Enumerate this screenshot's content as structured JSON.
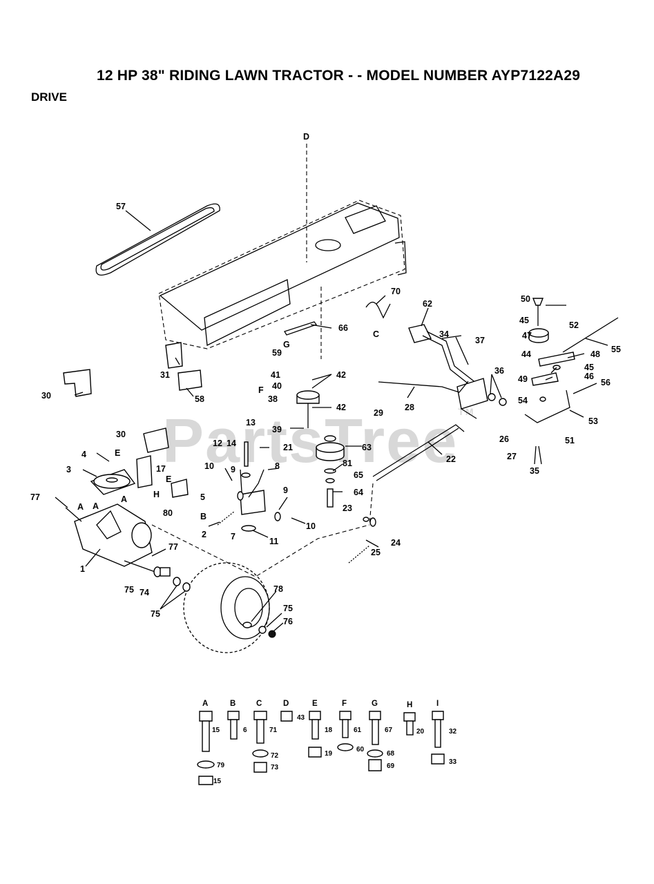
{
  "header": {
    "title": "12 HP 38\" RIDING LAWN TRACTOR - - MODEL NUMBER AYP7122A29",
    "section": "DRIVE"
  },
  "watermark": {
    "text": "PartsTree",
    "mark": "TM"
  },
  "callouts": [
    {
      "id": "c57",
      "text": "57"
    },
    {
      "id": "cD",
      "text": "D"
    },
    {
      "id": "c70",
      "text": "70"
    },
    {
      "id": "c62",
      "text": "62"
    },
    {
      "id": "c50",
      "text": "50"
    },
    {
      "id": "c45a",
      "text": "45"
    },
    {
      "id": "c52",
      "text": "52"
    },
    {
      "id": "c47",
      "text": "47"
    },
    {
      "id": "c55",
      "text": "55"
    },
    {
      "id": "c44",
      "text": "44"
    },
    {
      "id": "c48",
      "text": "48"
    },
    {
      "id": "c45b",
      "text": "45"
    },
    {
      "id": "c46",
      "text": "46"
    },
    {
      "id": "c56",
      "text": "56"
    },
    {
      "id": "c49",
      "text": "49"
    },
    {
      "id": "c54",
      "text": "54"
    },
    {
      "id": "c53",
      "text": "53"
    },
    {
      "id": "c51",
      "text": "51"
    },
    {
      "id": "c34",
      "text": "34"
    },
    {
      "id": "c37",
      "text": "37"
    },
    {
      "id": "c36",
      "text": "36"
    },
    {
      "id": "c66",
      "text": "66"
    },
    {
      "id": "cC",
      "text": "C"
    },
    {
      "id": "cG",
      "text": "G"
    },
    {
      "id": "c59",
      "text": "59"
    },
    {
      "id": "c41",
      "text": "41"
    },
    {
      "id": "c42a",
      "text": "42"
    },
    {
      "id": "c40",
      "text": "40"
    },
    {
      "id": "cF",
      "text": "F"
    },
    {
      "id": "c38",
      "text": "38"
    },
    {
      "id": "c42b",
      "text": "42"
    },
    {
      "id": "c29",
      "text": "29"
    },
    {
      "id": "c28",
      "text": "28"
    },
    {
      "id": "c31",
      "text": "31"
    },
    {
      "id": "c58",
      "text": "58"
    },
    {
      "id": "c30a",
      "text": "30"
    },
    {
      "id": "c39",
      "text": "39"
    },
    {
      "id": "c63",
      "text": "63"
    },
    {
      "id": "c26",
      "text": "26"
    },
    {
      "id": "c27",
      "text": "27"
    },
    {
      "id": "c35",
      "text": "35"
    },
    {
      "id": "c22",
      "text": "22"
    },
    {
      "id": "c13",
      "text": "13"
    },
    {
      "id": "c12",
      "text": "12"
    },
    {
      "id": "c14",
      "text": "14"
    },
    {
      "id": "c21",
      "text": "21"
    },
    {
      "id": "c30b",
      "text": "30"
    },
    {
      "id": "c81",
      "text": "81"
    },
    {
      "id": "c65",
      "text": "65"
    },
    {
      "id": "c64",
      "text": "64"
    },
    {
      "id": "c4",
      "text": "4"
    },
    {
      "id": "cE1",
      "text": "E"
    },
    {
      "id": "c17",
      "text": "17"
    },
    {
      "id": "c10a",
      "text": "10"
    },
    {
      "id": "c8",
      "text": "8"
    },
    {
      "id": "c3",
      "text": "3"
    },
    {
      "id": "c9a",
      "text": "9"
    },
    {
      "id": "cE2",
      "text": "E"
    },
    {
      "id": "cH",
      "text": "H"
    },
    {
      "id": "c5",
      "text": "5"
    },
    {
      "id": "c9b",
      "text": "9"
    },
    {
      "id": "c77a",
      "text": "77"
    },
    {
      "id": "cA1",
      "text": "A"
    },
    {
      "id": "cA2",
      "text": "A"
    },
    {
      "id": "cA3",
      "text": "A"
    },
    {
      "id": "c80",
      "text": "80"
    },
    {
      "id": "cB",
      "text": "B"
    },
    {
      "id": "c2",
      "text": "2"
    },
    {
      "id": "c7",
      "text": "7"
    },
    {
      "id": "c11",
      "text": "11"
    },
    {
      "id": "c10b",
      "text": "10"
    },
    {
      "id": "c23",
      "text": "23"
    },
    {
      "id": "c24",
      "text": "24"
    },
    {
      "id": "c25",
      "text": "25"
    },
    {
      "id": "c1",
      "text": "1"
    },
    {
      "id": "c77b",
      "text": "77"
    },
    {
      "id": "c75a",
      "text": "75"
    },
    {
      "id": "c74",
      "text": "74"
    },
    {
      "id": "c75b",
      "text": "75"
    },
    {
      "id": "c78",
      "text": "78"
    },
    {
      "id": "c75c",
      "text": "75"
    },
    {
      "id": "c76",
      "text": "76"
    }
  ],
  "hardware_legend": [
    {
      "letter": "A",
      "parts": [
        "15",
        "79",
        "15"
      ]
    },
    {
      "letter": "B",
      "parts": [
        "6"
      ]
    },
    {
      "letter": "C",
      "parts": [
        "71",
        "72",
        "73"
      ]
    },
    {
      "letter": "D",
      "parts": [
        "43"
      ]
    },
    {
      "letter": "E",
      "parts": [
        "18",
        "19"
      ]
    },
    {
      "letter": "F",
      "parts": [
        "61",
        "60"
      ]
    },
    {
      "letter": "G",
      "parts": [
        "67",
        "68",
        "69"
      ]
    },
    {
      "letter": "H",
      "parts": [
        "20"
      ]
    },
    {
      "letter": "I",
      "parts": [
        "32",
        "33"
      ]
    }
  ]
}
